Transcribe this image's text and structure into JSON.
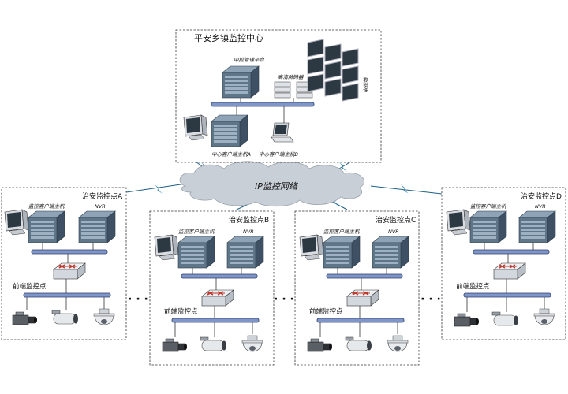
{
  "center": {
    "title": "平安乡镇监控中心",
    "platform_label": "中控管理平台",
    "decoder_label": "高清解码器",
    "tvwall_label": "电视墙",
    "host_a_label": "中心客户端主机A",
    "host_b_label": "中心客户端主机B"
  },
  "network": {
    "label": "IP监控网络"
  },
  "sites": [
    {
      "title": "治安监控点A",
      "host_label": "监控客户端主机",
      "nvr_label": "NVR",
      "front_label": "前端监控点"
    },
    {
      "title": "治安监控点B",
      "host_label": "监控客户端主机",
      "nvr_label": "NVR",
      "front_label": "前端监控点"
    },
    {
      "title": "治安监控点C",
      "host_label": "监控客户端主机",
      "nvr_label": "NVR",
      "front_label": "前端监控点"
    },
    {
      "title": "治安监控点D",
      "host_label": "监控客户端主机",
      "nvr_label": "NVR",
      "front_label": "前端监控点"
    }
  ],
  "ellipsis": "· · ·",
  "colors": {
    "bus": "#7f96c8",
    "server": "#4f6478",
    "cloud": "#c9cfd6",
    "switch_red": "#c0392b"
  }
}
